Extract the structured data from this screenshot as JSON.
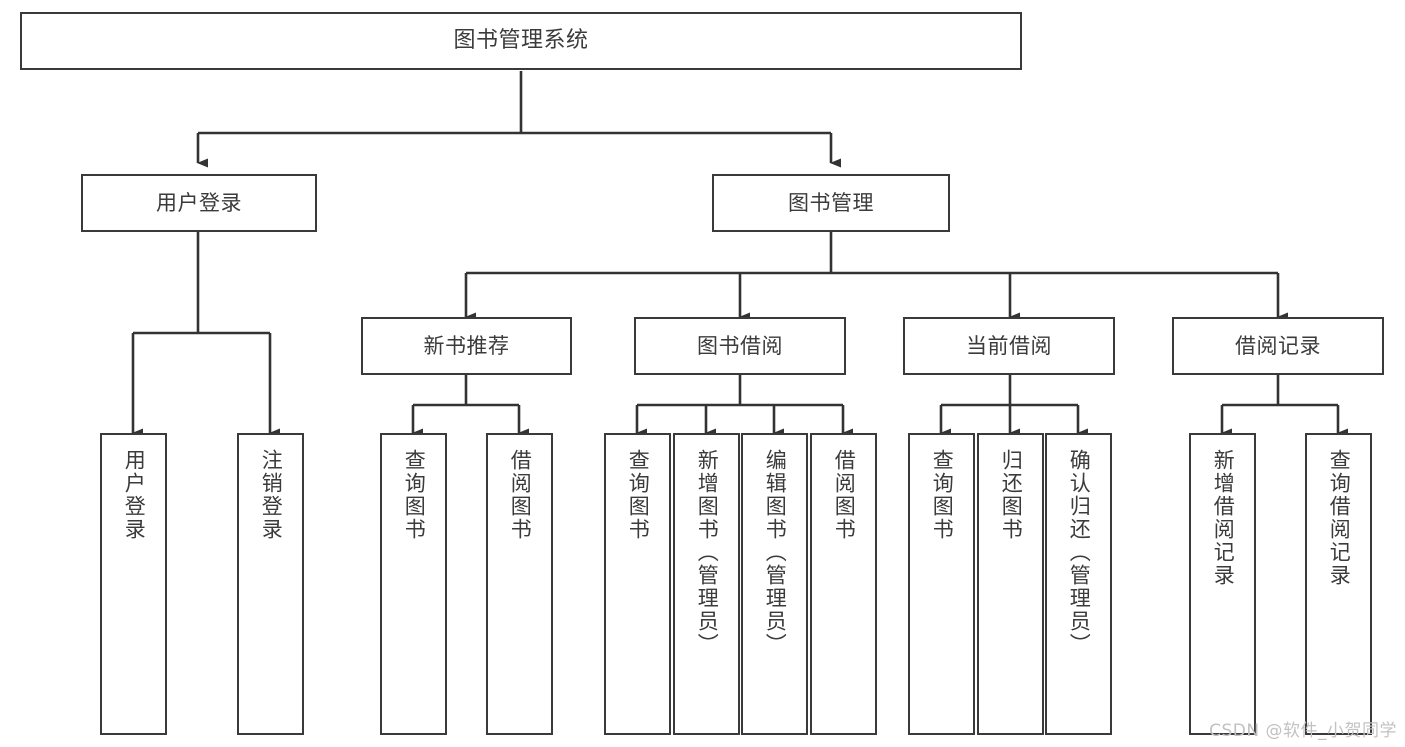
{
  "diagram": {
    "title": "图书管理系统",
    "type": "tree-hierarchy-chart",
    "watermark": "CSDN @软件_小贺同学",
    "colors": {
      "background": "#ffffff",
      "box_border": "#3a3a3a",
      "box_fill": "#ffffff",
      "text": "#3b3b3b",
      "edge": "#333333",
      "watermark": "#c2c2c2"
    },
    "nodes": {
      "root": {
        "label": "图书管理系统"
      },
      "level2": [
        {
          "id": "user-login",
          "label": "用户登录"
        },
        {
          "id": "book-manage",
          "label": "图书管理"
        }
      ],
      "level3": [
        {
          "id": "new-book-rec",
          "label": "新书推荐"
        },
        {
          "id": "book-borrow",
          "label": "图书借阅"
        },
        {
          "id": "current-borrow",
          "label": "当前借阅"
        },
        {
          "id": "borrow-record",
          "label": "借阅记录"
        }
      ],
      "leaves": [
        {
          "id": "leaf-user-login",
          "label": "用户登录",
          "parent": "user-login"
        },
        {
          "id": "leaf-user-logout",
          "label": "注销登录",
          "parent": "user-login"
        },
        {
          "id": "leaf-query-book-1",
          "label": "查询图书",
          "parent": "new-book-rec"
        },
        {
          "id": "leaf-borrow-book-1",
          "label": "借阅图书",
          "parent": "new-book-rec"
        },
        {
          "id": "leaf-query-book-2",
          "label": "查询图书",
          "parent": "book-borrow"
        },
        {
          "id": "leaf-add-book",
          "label": "新增图书（管理员）",
          "parent": "book-borrow"
        },
        {
          "id": "leaf-edit-book",
          "label": "编辑图书（管理员）",
          "parent": "book-borrow"
        },
        {
          "id": "leaf-borrow-book-2",
          "label": "借阅图书",
          "parent": "book-borrow"
        },
        {
          "id": "leaf-query-book-3",
          "label": "查询图书",
          "parent": "current-borrow"
        },
        {
          "id": "leaf-return-book",
          "label": "归还图书",
          "parent": "current-borrow"
        },
        {
          "id": "leaf-confirm-return",
          "label": "确认归还（管理员）",
          "parent": "current-borrow"
        },
        {
          "id": "leaf-add-record",
          "label": "新增借阅记录",
          "parent": "borrow-record"
        },
        {
          "id": "leaf-query-record",
          "label": "查询借阅记录",
          "parent": "borrow-record"
        }
      ]
    }
  }
}
